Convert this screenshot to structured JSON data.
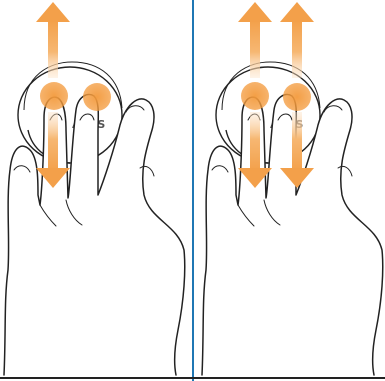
{
  "figure": {
    "panels": [
      {
        "id": "left",
        "gesture": "two-finger-scroll",
        "arrows": [
          "up",
          "down"
        ],
        "fingers": 2
      },
      {
        "id": "right",
        "gesture": "two-finger-swipe",
        "arrows": [
          "up",
          "up",
          "down",
          "down"
        ],
        "fingers": 2
      }
    ],
    "device": {
      "brand_logo": "ASUS"
    },
    "colors": {
      "arrow": "#f3a04a",
      "arrow_fade": "#fde3c6",
      "touch_point": "#f39a3c",
      "divider": "#1f77b4",
      "outline": "#222222"
    }
  }
}
